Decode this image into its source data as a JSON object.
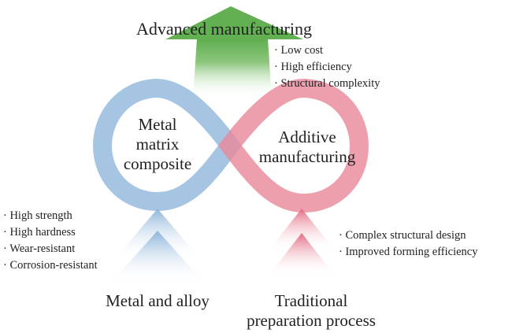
{
  "top": {
    "title": "Advanced manufacturing",
    "bullets": [
      "· Low cost",
      "· High efficiency",
      "· Structural complexity"
    ]
  },
  "left_loop": {
    "lines": [
      "Metal",
      "matrix",
      "composite"
    ]
  },
  "right_loop": {
    "lines": [
      "Additive",
      "manufacturing"
    ]
  },
  "bottom_left": {
    "title": "Metal and alloy",
    "bullets": [
      "· High strength",
      "· High hardness",
      "· Wear-resistant",
      "· Corrosion-resistant"
    ]
  },
  "bottom_right": {
    "title_lines": [
      "Traditional",
      "preparation process"
    ],
    "bullets": [
      "· Complex structural design",
      "· Improved forming efficiency"
    ]
  },
  "colors": {
    "green": "#5fae4f",
    "blue": "#9bbfe0",
    "pink": "#e98799"
  }
}
